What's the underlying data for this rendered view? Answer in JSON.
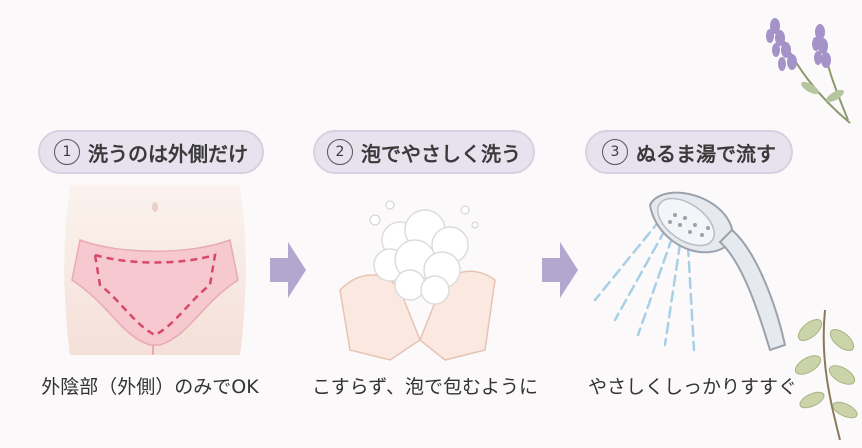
{
  "steps": [
    {
      "number": "1",
      "title": "洗うのは外側だけ",
      "caption": "外陰部（外側）のみでOK"
    },
    {
      "number": "2",
      "title": "泡でやさしく洗う",
      "caption": "こすらず、泡で包むように"
    },
    {
      "number": "3",
      "title": "ぬるま湯で流す",
      "caption": "やさしくしっかりすすぐ"
    }
  ],
  "colors": {
    "pill_bg": "#e8e2ef",
    "arrow": "#b3a6cf",
    "lavender": "#a592c9",
    "dash": "#d9476b"
  }
}
